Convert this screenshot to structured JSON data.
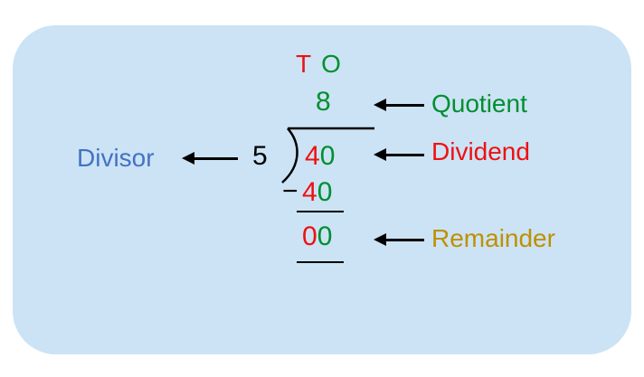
{
  "columns": {
    "tens_label": "T",
    "ones_label": "O"
  },
  "quotient": {
    "digit": "8",
    "label": "Quotient"
  },
  "divisor": {
    "digit": "5",
    "label": "Divisor"
  },
  "dividend": {
    "tens": "4",
    "ones": "0",
    "label": "Dividend"
  },
  "subtraction": {
    "sign": "−",
    "tens": "4",
    "ones": "0"
  },
  "remainder": {
    "tens": "0",
    "ones": "0",
    "label": "Remainder"
  },
  "colors": {
    "card_background": "#cbe3f5",
    "red": "#ee1111",
    "green": "#008f2f",
    "divisor_blue": "#4472c4",
    "remainder_gold": "#bf9000",
    "arrow_black": "#000000"
  }
}
